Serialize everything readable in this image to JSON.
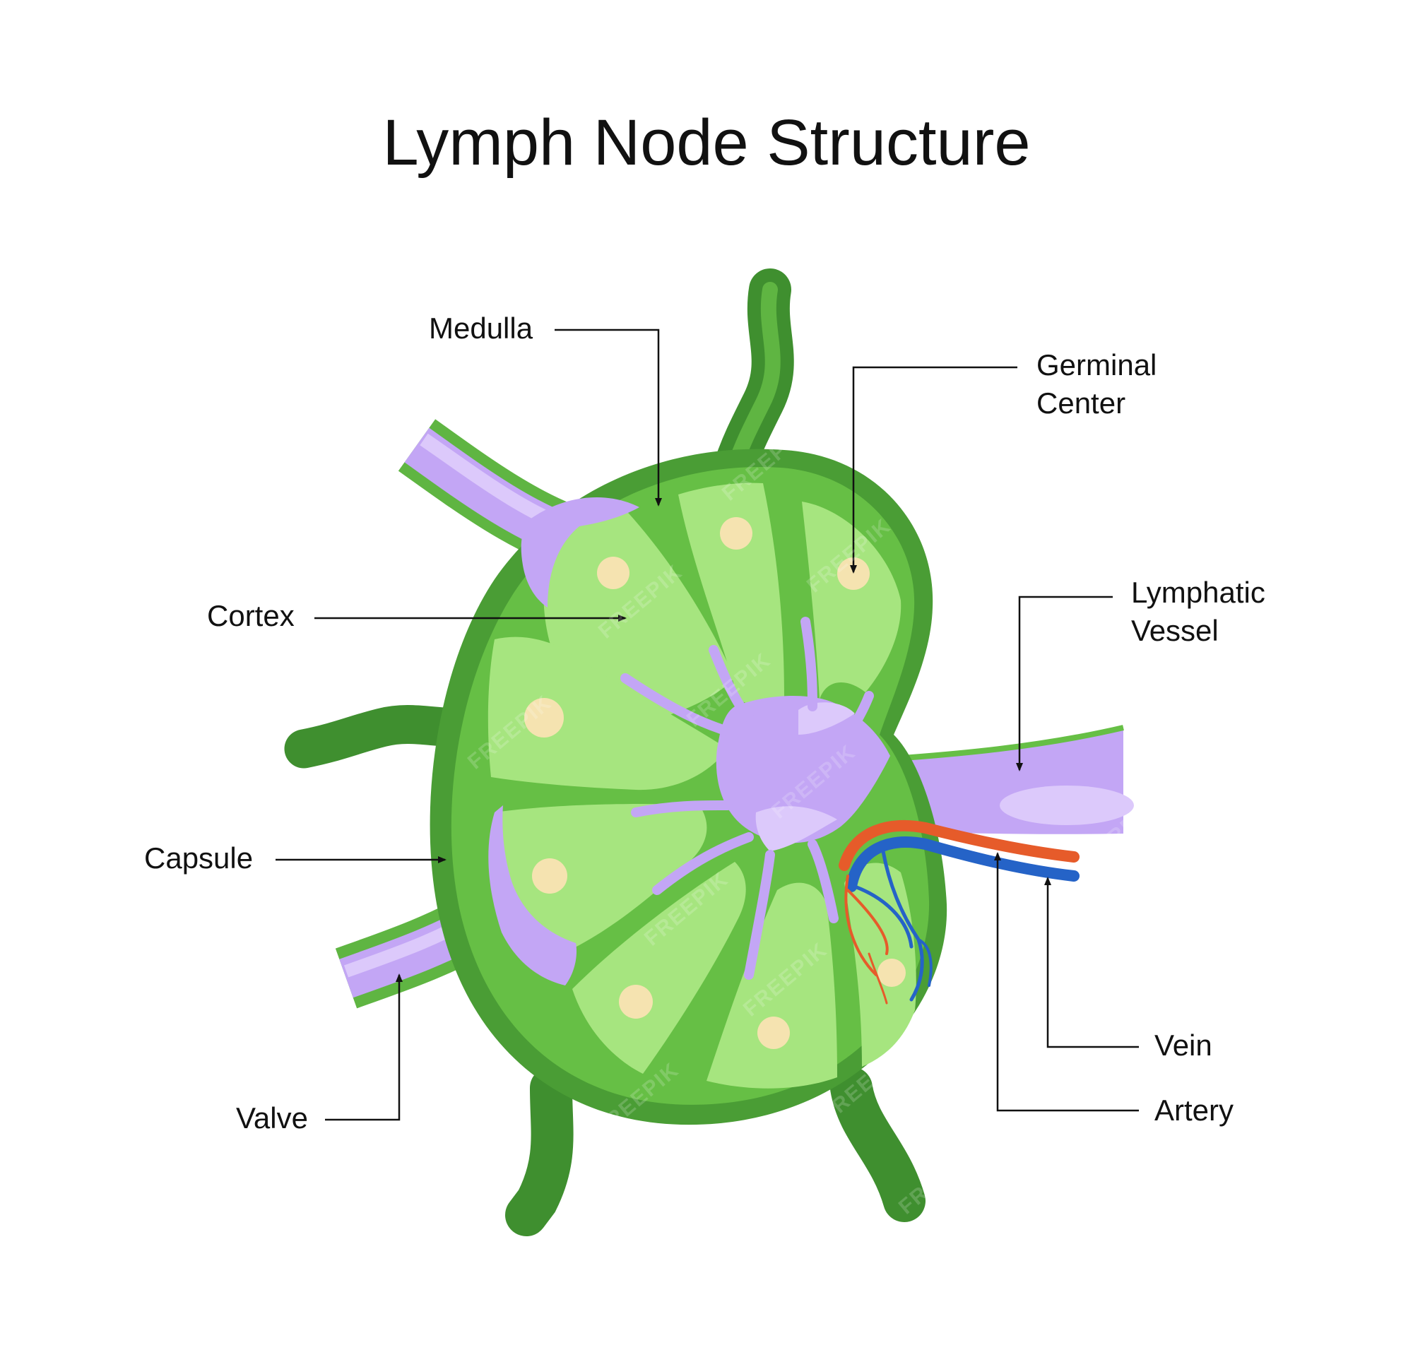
{
  "title": "Lymph Node Structure",
  "labels": {
    "medulla": "Medulla",
    "germinal_center_line1": "Germinal",
    "germinal_center_line2": "Center",
    "cortex": "Cortex",
    "lymphatic_vessel_line1": "Lymphatic",
    "lymphatic_vessel_line2": "Vessel",
    "capsule": "Capsule",
    "vein": "Vein",
    "artery": "Artery",
    "valve": "Valve"
  },
  "watermark": "FREEPIK",
  "colors": {
    "capsule_dark": "#4a9d35",
    "node_green": "#66bf45",
    "cortex_light": "#a6e57f",
    "germinal_center": "#f5e3b0",
    "lymph_purple": "#c3a6f5",
    "lymph_light": "#dcc9fb",
    "artery": "#e65b2a",
    "vein": "#2563c7",
    "line": "#111111"
  }
}
